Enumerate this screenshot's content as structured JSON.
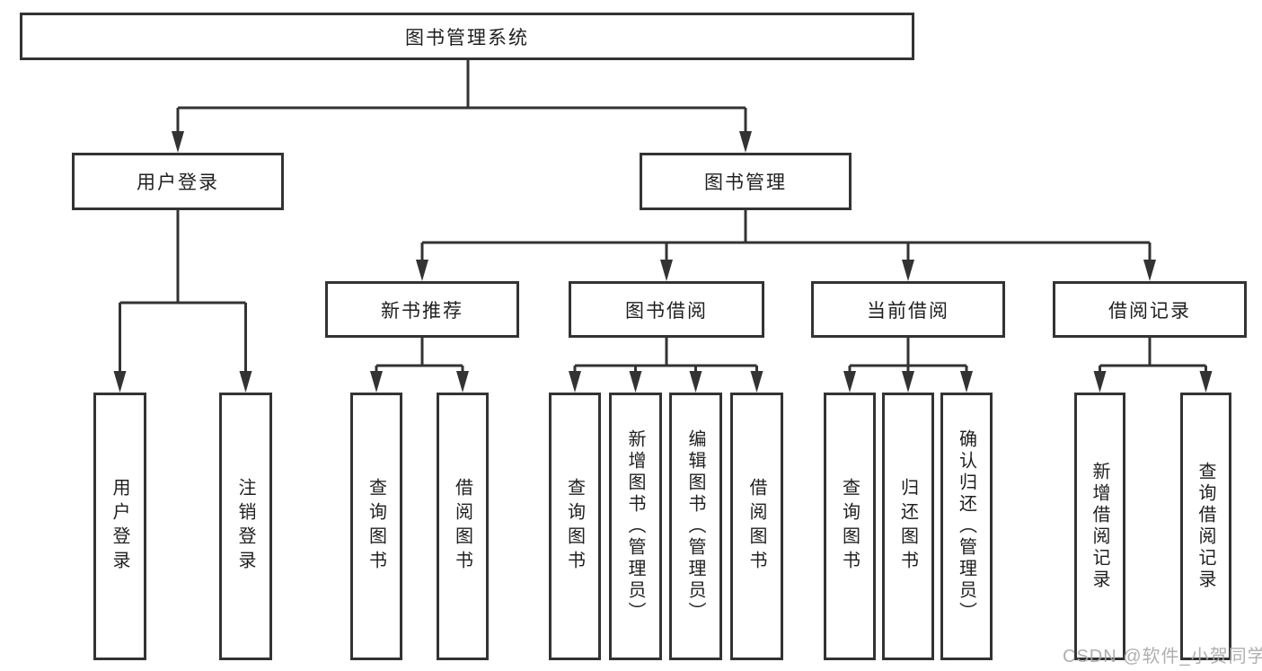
{
  "diagram_title": "图书管理系统",
  "tree": {
    "label": "图书管理系统",
    "children": [
      {
        "label": "用户登录",
        "children": [
          {
            "label": "用户登录"
          },
          {
            "label": "注销登录"
          }
        ]
      },
      {
        "label": "图书管理",
        "children": [
          {
            "label": "新书推荐",
            "children": [
              {
                "label": "查询图书"
              },
              {
                "label": "借阅图书"
              }
            ]
          },
          {
            "label": "图书借阅",
            "children": [
              {
                "label": "查询图书"
              },
              {
                "label": "新增图书（管理员）"
              },
              {
                "label": "编辑图书（管理员）"
              },
              {
                "label": "借阅图书"
              }
            ]
          },
          {
            "label": "当前借阅",
            "children": [
              {
                "label": "查询图书"
              },
              {
                "label": "归还图书"
              },
              {
                "label": "确认归还（管理员）"
              }
            ]
          },
          {
            "label": "借阅记录",
            "children": [
              {
                "label": "新增借阅记录"
              },
              {
                "label": "查询借阅记录"
              }
            ]
          }
        ]
      }
    ]
  },
  "watermark": {
    "text": "CSDN @软件_小贺同学"
  },
  "style": {
    "line_color": "#333333",
    "box_border_color": "#333333",
    "watermark_color": "#a8a8a8"
  }
}
